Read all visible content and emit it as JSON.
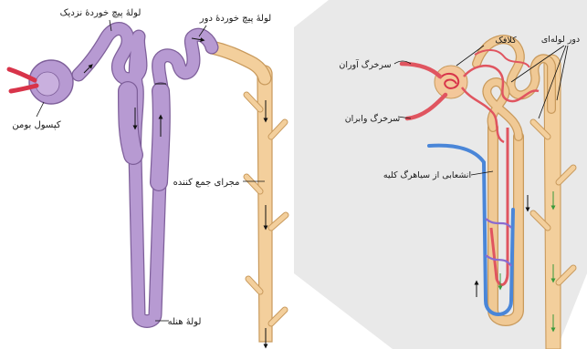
{
  "left_diagram": {
    "labels": {
      "bowman_capsule": "کپسول بومن",
      "proximal_tubule": "لولهٔ پیچ خوردهٔ نزدیک",
      "distal_tubule": "لولهٔ پیچ خوردهٔ دور",
      "collecting_duct": "مجرای جمع کننده",
      "loop_of_henle": "لولهٔ هنله"
    }
  },
  "right_diagram": {
    "labels": {
      "glomerulus": "کلافک",
      "afferent_arteriole": "سرخرگ آوران",
      "efferent_arteriole": "سرخرگ وابران",
      "peritubular_capillaries": "دور لوله‌ای",
      "renal_vein_branch": "انشعابی از سیاهرگ کلیه"
    }
  },
  "colors": {
    "tubule": "#b79ad2",
    "tubule_outline": "#7e5f9a",
    "collecting_duct": "#f3cf9c",
    "collecting_outline": "#c99a5c",
    "artery": "#e05560",
    "vein": "#4a86d8",
    "panel_bg": "#e9e9e9"
  }
}
